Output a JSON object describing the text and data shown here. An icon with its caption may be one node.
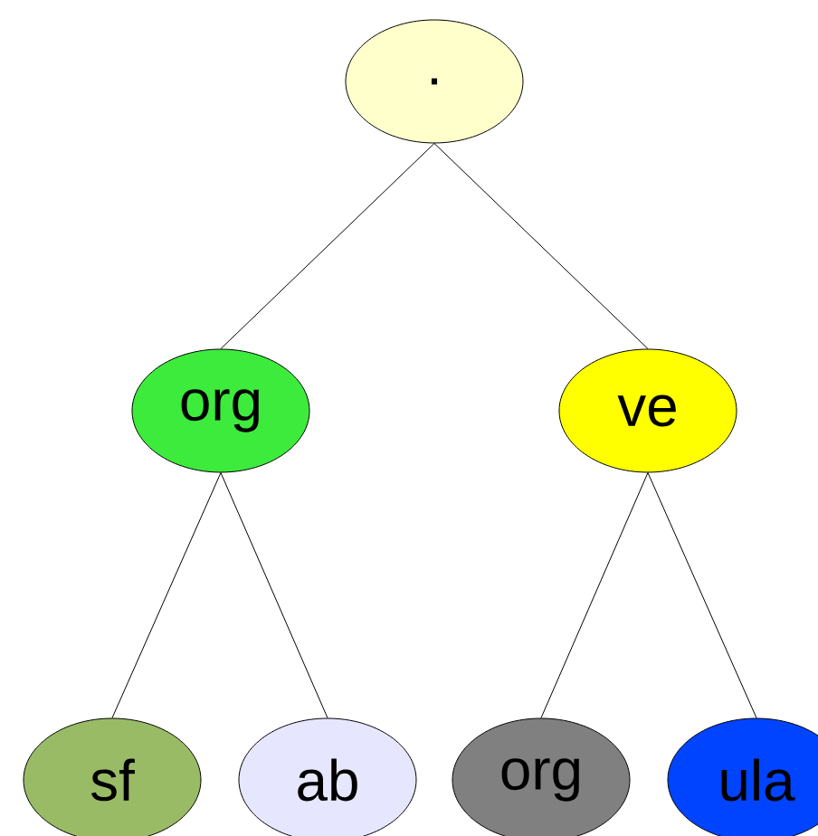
{
  "diagram": {
    "nodes": [
      {
        "text": [
          "."
        ]
      },
      {
        "text": [
          "org"
        ]
      },
      {
        "text": [
          "ve"
        ]
      },
      {
        "text": [
          "sf"
        ]
      },
      {
        "text": [
          "ab"
        ]
      },
      {
        "text": [
          "org"
        ]
      },
      {
        "text": [
          "ula"
        ]
      }
    ],
    "edges": [
      {
        "from": 0,
        "to": 1,
        "arrow": "none"
      },
      {
        "from": 0,
        "to": 2,
        "arrow": "none"
      },
      {
        "from": 1,
        "to": 3,
        "arrow": "none"
      },
      {
        "from": 1,
        "to": 4,
        "arrow": "none"
      },
      {
        "from": 2,
        "to": 5,
        "arrow": "none"
      },
      {
        "from": 2,
        "to": 6,
        "arrow": "none"
      }
    ]
  }
}
